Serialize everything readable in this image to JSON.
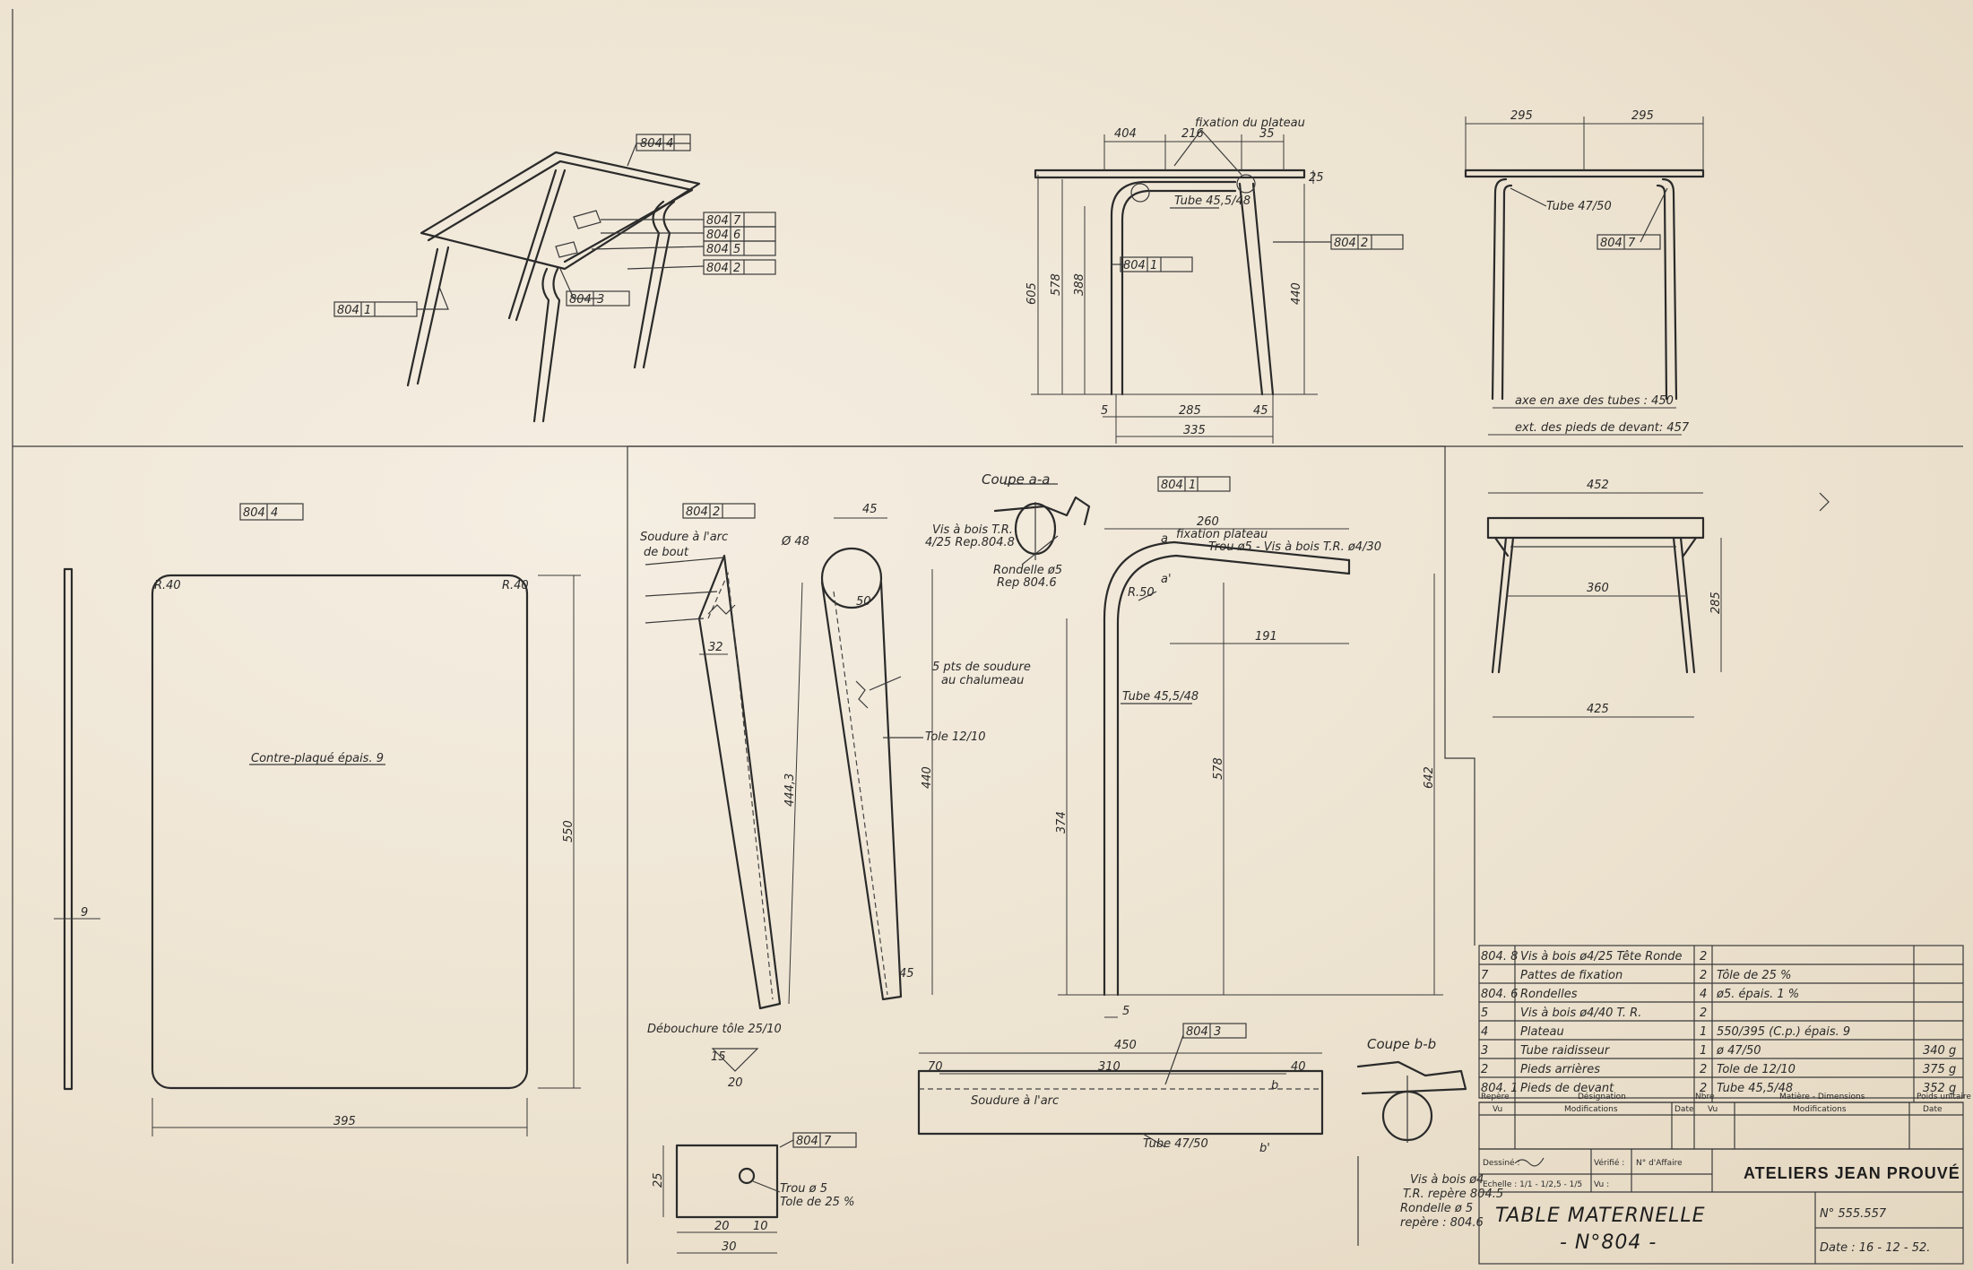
{
  "callouts": {
    "c804_4": "804",
    "c804_4b": "4",
    "c804_7": "804",
    "c804_7b": "7",
    "c804_6": "804",
    "c804_6b": "6",
    "c804_5": "804",
    "c804_5b": "5",
    "c804_2": "804",
    "c804_2b": "2",
    "c804_3": "804",
    "c804_3b": "3",
    "c804_1": "804",
    "c804_1b": "1"
  },
  "front_view": {
    "fixation_label": "fixation du plateau",
    "tube_label": "Tube 45,5/48",
    "d_top_left": "404",
    "d_top_mid": "216",
    "d_top_right": "35",
    "d_h1": "605",
    "d_h2": "578",
    "d_h3": "388",
    "d_h4": "440",
    "d_r": "25",
    "d_bottom_a": "5",
    "d_bottom_b": "285",
    "d_bottom_c": "45",
    "d_bottom_total": "335"
  },
  "side_view": {
    "d_left": "295",
    "d_right": "295",
    "tube_label": "Tube 47/50",
    "axe_label": "axe en axe des tubes : 450",
    "ext_label": "ext. des pieds de devant: 457"
  },
  "small_view": {
    "d_top": "452",
    "d_mid": "360",
    "d_bottom": "425",
    "d_h": "285"
  },
  "plateau": {
    "label": "Contre-plaqué épais. 9",
    "d_width": "395",
    "d_height": "550",
    "d_thick": "9",
    "r_left": "R.40",
    "r_right": "R.40"
  },
  "pied_arriere": {
    "soudure_label": "Soudure à l'arc",
    "soudure_label2": "de bout",
    "d_32": "32",
    "d_440": "440",
    "d_4443": "444,3",
    "debouchure": "Débouchure tôle 25/10",
    "tri_15": "15",
    "tri_20": "20"
  },
  "pied_avant": {
    "d_48": "48",
    "d_45": "45",
    "d_50": "50",
    "d_phi": "Ø 48",
    "pts_label": "5 pts de soudure",
    "pts_label2": "au chalumeau",
    "tole_label": "Tole 12/10",
    "d_440b": "440",
    "d_45b": "45"
  },
  "coupe_aa": {
    "title": "Coupe a-a",
    "vis_label": "Vis à bois T.R.",
    "vis_label2": "4/25 Rep.804.8",
    "rondelle": "Rondelle ø5",
    "rondelle2": "Rep 804.6"
  },
  "pied_profile": {
    "d_260": "260",
    "fixation": "fixation plateau",
    "fixation2": "Trou ø5 - Vis à bois T.R. ø4/30",
    "d_191": "191",
    "d_r40": "R.50",
    "a_label": "a",
    "a2_label": "a'",
    "tube_label": "Tube 45,5/48",
    "d_578": "578",
    "d_642": "642",
    "d_374": "374",
    "d_5": "5"
  },
  "tube_raid": {
    "d_450": "450",
    "d_70": "70",
    "d_40": "40",
    "d_310": "310",
    "b_label": "b",
    "b2_label": "b'",
    "soudure": "Soudure à l'arc",
    "tube_label": "Tube 47/50"
  },
  "patte": {
    "d_25": "25",
    "d_20": "20",
    "d_10": "10",
    "d_30": "30",
    "trou": "Trou ø 5",
    "tole": "Tole de 25 %"
  },
  "coupe_bb": {
    "title": "Coupe b-b",
    "l1": "Vis à bois ø4",
    "l2": "T.R. repère 804.5",
    "l3": "Rondelle ø 5",
    "l4": "repère : 804.6"
  },
  "bom": {
    "rows": [
      {
        "rep": "804. 8",
        "des": "Vis à bois ø4/25 Tête Ronde",
        "nbre": "2",
        "mat": "",
        "poids": ""
      },
      {
        "rep": "7",
        "des": "Pattes de fixation",
        "nbre": "2",
        "mat": "Tôle de 25 %",
        "poids": ""
      },
      {
        "rep": "804. 6",
        "des": "Rondelles",
        "nbre": "4",
        "mat": "ø5. épais. 1 %",
        "poids": ""
      },
      {
        "rep": "5",
        "des": "Vis à bois ø4/40 T. R.",
        "nbre": "2",
        "mat": "",
        "poids": ""
      },
      {
        "rep": "4",
        "des": "Plateau",
        "nbre": "1",
        "mat": "550/395 (C.p.) épais. 9",
        "poids": ""
      },
      {
        "rep": "3",
        "des": "Tube raidisseur",
        "nbre": "1",
        "mat": "ø 47/50",
        "poids": "340 g"
      },
      {
        "rep": "2",
        "des": "Pieds arrières",
        "nbre": "2",
        "mat": "Tole de 12/10",
        "poids": "375 g"
      },
      {
        "rep": "804. 1",
        "des": "Pieds de devant",
        "nbre": "2",
        "mat": "Tube 45,5/48",
        "poids": "352 g"
      }
    ],
    "h_rep": "Repère",
    "h_des": "Désignation",
    "h_nbre": "Nbre",
    "h_mat": "Matière - Dimensions",
    "h_poids": "Poids unitaire",
    "h_vu": "Vu",
    "h_modif": "Modifications",
    "h_date": "Date",
    "h_vu2": "Vu",
    "h_modif2": "Modifications",
    "h_date2": "Date"
  },
  "titleblock": {
    "dessine": "Dessiné :",
    "verifie": "Vérifié :",
    "affaire": "N° d'Affaire",
    "echelle": "Echelle : 1/1 - 1/2,5 - 1/5",
    "vu": "Vu :",
    "company": "ATELIERS JEAN PROUVÉ",
    "title": "TABLE MATERNELLE",
    "subtitle": "- N°804 -",
    "numero": "N° 555.557",
    "date": "Date : 16 - 12 - 52."
  }
}
